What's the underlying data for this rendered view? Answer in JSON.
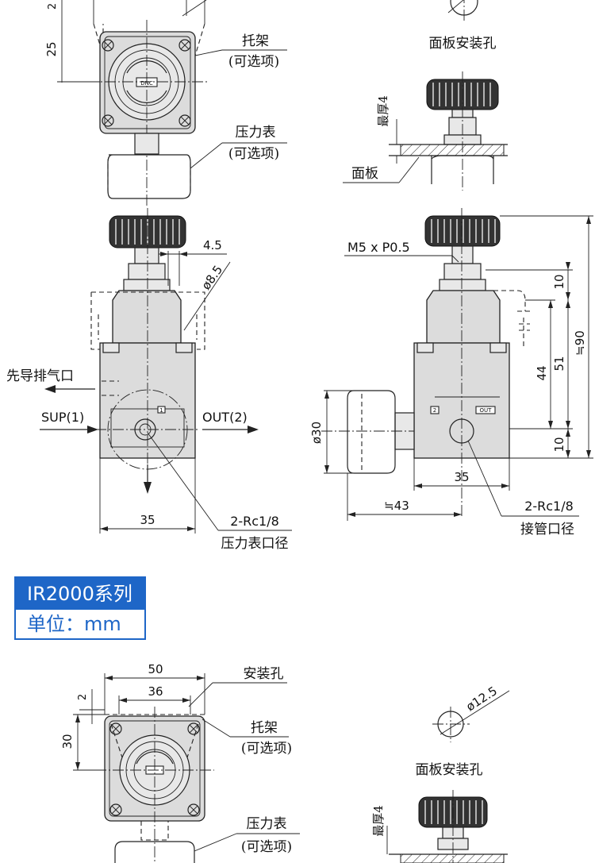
{
  "labels": {
    "bracket": "托架",
    "optional": "(可选项)",
    "gauge": "压力表",
    "panel_hole": "面板安装孔",
    "panel": "面板",
    "panel_thickness": "最厚4",
    "pilot_exhaust": "先导排气口",
    "sup": "SUP(1)",
    "out": "OUT(2)",
    "gauge_port_size": "2-Rc1/8",
    "gauge_port": "压力表口径",
    "pipe_port_size": "2-Rc1/8",
    "pipe_port": "接管口径",
    "thread": "M5 x P0.5",
    "mount_hole": "安装孔",
    "port_mark_1": "1",
    "port_mark_2": "2",
    "port_mark_out": "OUT",
    "knob_mark": "DNC"
  },
  "dimensions": {
    "d25": "25",
    "d4_5": "4.5",
    "dia8_5": "ø8.5",
    "d35_front": "35",
    "d35_side": "35",
    "d10_top": "10",
    "d90": "≒90",
    "d51": "51",
    "d44": "44",
    "d10_bottom": "10",
    "dia30": "ø30",
    "d43": "≒43",
    "d50": "50",
    "d36": "36",
    "d2": "2",
    "d30": "30",
    "dia12_5": "ø12.5",
    "d2_top": "2"
  },
  "series": {
    "title": "IR2000系列",
    "unit": "单位：mm"
  }
}
